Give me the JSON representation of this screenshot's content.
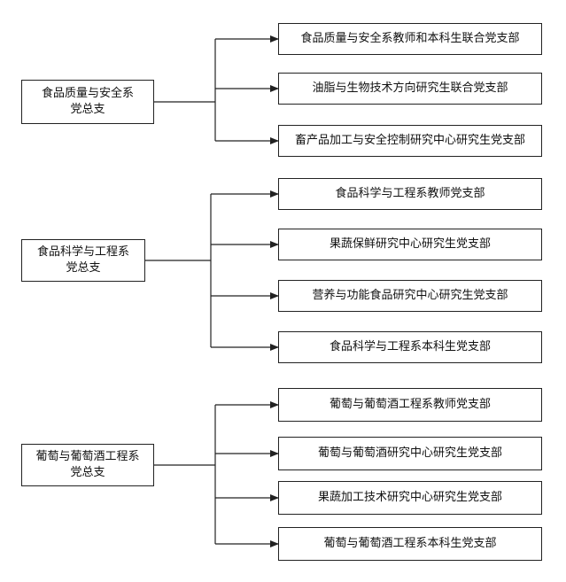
{
  "groups": [
    {
      "parent": [
        "食品质量与安全系",
        "党总支"
      ],
      "children": [
        "食品质量与安全系教师和本科生联合党支部",
        "油脂与生物技术方向研究生联合党支部",
        "畜产品加工与安全控制研究中心研究生党支部"
      ]
    },
    {
      "parent": [
        "食品科学与工程系",
        "党总支"
      ],
      "children": [
        "食品科学与工程系教师党支部",
        "果蔬保鲜研究中心研究生党支部",
        "营养与功能食品研究中心研究生党支部",
        "食品科学与工程系本科生党支部"
      ]
    },
    {
      "parent": [
        "葡萄与葡萄酒工程系",
        "党总支"
      ],
      "children": [
        "葡萄与葡萄酒工程系教师党支部",
        "葡萄与葡萄酒研究中心研究生党支部",
        "果蔬加工技术研究中心研究生党支部",
        "葡萄与葡萄酒工程系本科生党支部"
      ]
    }
  ]
}
